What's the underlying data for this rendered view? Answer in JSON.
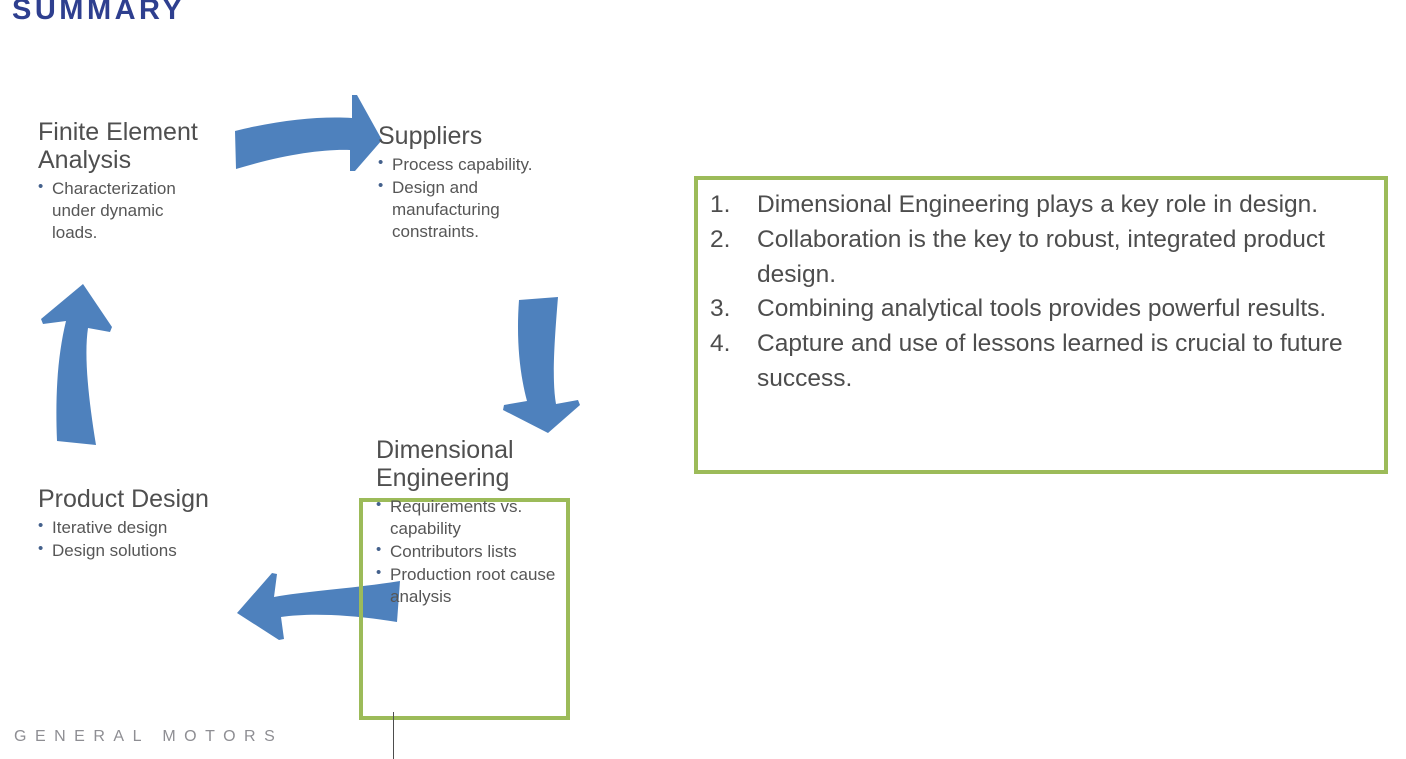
{
  "slide": {
    "title": "SUMMARY"
  },
  "cycle": {
    "nodes": [
      {
        "id": "finite-element-analysis",
        "title": "Finite Element Analysis",
        "bullets": [
          "Characterization under dynamic loads."
        ]
      },
      {
        "id": "suppliers",
        "title": "Suppliers",
        "bullets": [
          "Process capability.",
          "Design and manufacturing constraints."
        ]
      },
      {
        "id": "dimensional-engineering",
        "title": "Dimensional Engineering",
        "bullets": [
          "Requirements vs. capability",
          "Contributors lists",
          "Production root cause analysis"
        ]
      },
      {
        "id": "product-design",
        "title": "Product Design",
        "bullets": [
          "Iterative design",
          "Design solutions"
        ]
      }
    ],
    "arrows": [
      {
        "name": "arrow-top-right",
        "direction": "right"
      },
      {
        "name": "arrow-right-down",
        "direction": "down"
      },
      {
        "name": "arrow-bottom-left",
        "direction": "left"
      },
      {
        "name": "arrow-left-up",
        "direction": "up"
      }
    ]
  },
  "takeaways": {
    "items": [
      {
        "number": "1.",
        "text": "Dimensional Engineering plays a key role in design."
      },
      {
        "number": "2.",
        "text": "Collaboration is the key to robust, integrated product design."
      },
      {
        "number": "3.",
        "text": "Combining analytical tools provides powerful results."
      },
      {
        "number": "4.",
        "text": "Capture and use of lessons learned is crucial to future success."
      }
    ]
  },
  "footer": {
    "brand": "GENERAL MOTORS"
  },
  "colors": {
    "title_blue": "#2E3F8F",
    "arrow_blue": "#4E81BD",
    "box_green": "#9CBB59",
    "body_gray": "#4F4F4F",
    "footer_gray": "#8E8E93"
  }
}
